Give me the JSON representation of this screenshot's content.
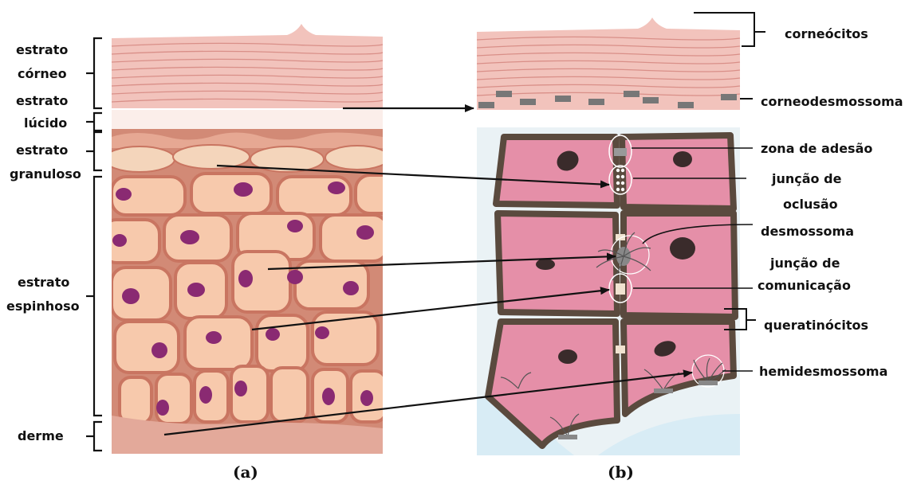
{
  "panel_a": {
    "caption": "(a)",
    "layers": {
      "corneo_1": "estrato",
      "corneo_2": "córneo",
      "lucido_1": "estrato",
      "lucido_2": "lúcido",
      "granuloso_1": "estrato",
      "granuloso_2": "granuloso",
      "espinhoso_1": "estrato",
      "espinhoso_2": "espinhoso",
      "derme": "derme"
    }
  },
  "panel_b": {
    "caption": "(b)",
    "labels": {
      "corneocitos": "corneócitos",
      "corneodesmossoma": "corneodesmossoma",
      "zona_adesao": "zona de adesão",
      "juncao_oclusao_1": "junção de",
      "juncao_oclusao_2": "oclusão",
      "desmossoma": "desmossoma",
      "juncao_comunicacao_1": "junção de",
      "juncao_comunicacao_2": "comunicação",
      "queratinocitos": "queratinócitos",
      "hemidesmossoma": "hemidesmossoma"
    }
  },
  "colors": {
    "corneum": "#f2c3bc",
    "corneum_line": "#d98f88",
    "cell_a": "#f7c9ac",
    "cell_a_border": "#c97561",
    "nucleus": "#8a2a72",
    "dermis": "#e3a99a",
    "cell_b": "#e58fa8",
    "cell_b_border": "#5a4a3e",
    "nucleus_b": "#3a2b2b",
    "basal_b": "#d8ecf5"
  }
}
